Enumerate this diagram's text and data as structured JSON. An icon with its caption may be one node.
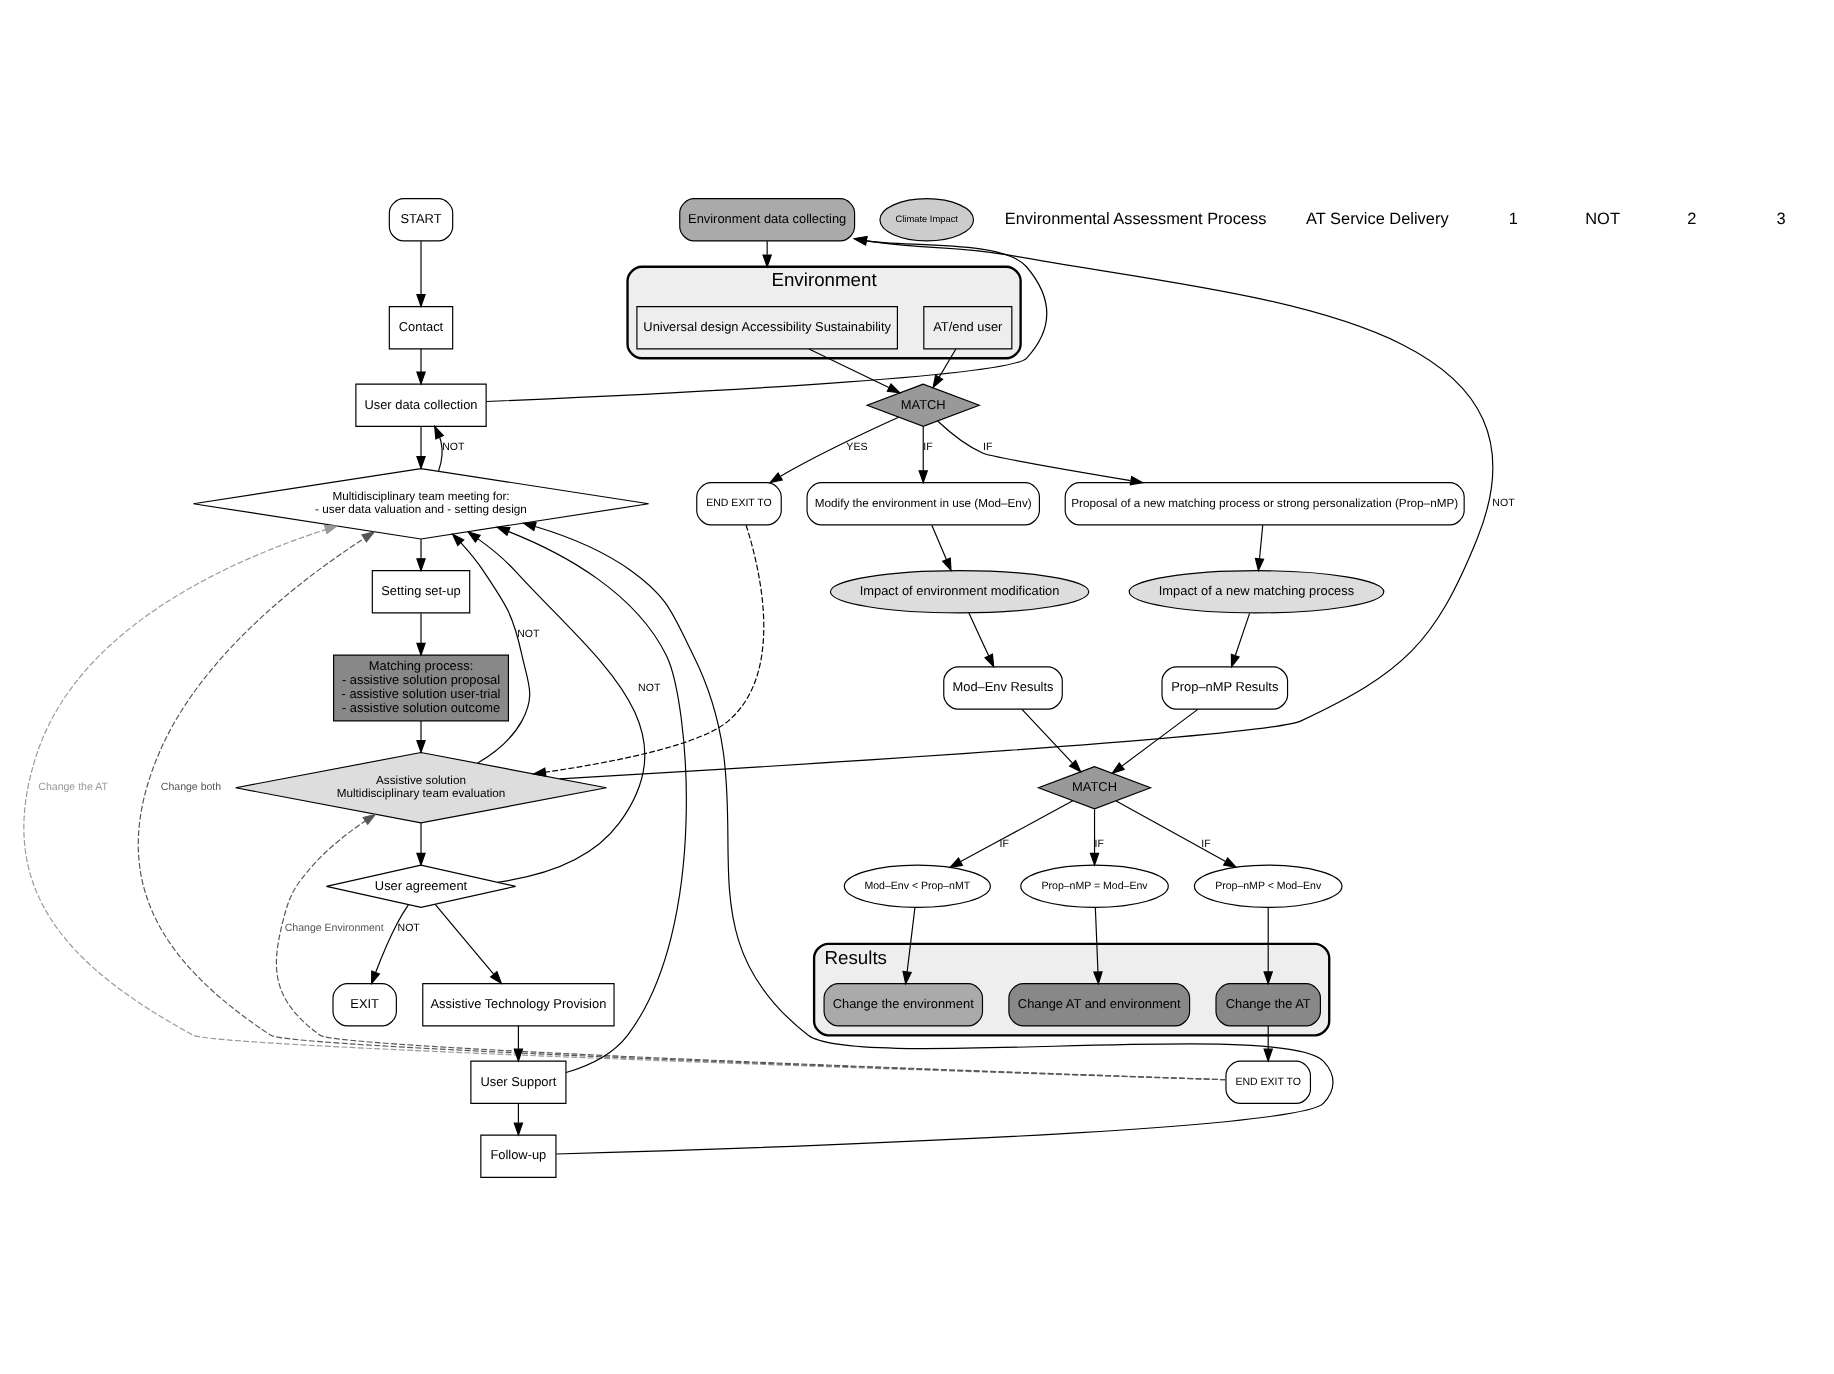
{
  "diagram": {
    "nodes": [
      {
        "text": [
          "Environment"
        ]
      },
      {
        "text": [
          "Universal design Accessibility Sustainability"
        ],
        "in": 0
      },
      {
        "text": [
          "AT/end user"
        ],
        "in": 0
      },
      {
        "text": [
          "MATCH"
        ]
      },
      {
        "text": [
          "END EXIT TO"
        ]
      },
      {
        "text": [
          "Environment data collecting"
        ]
      },
      {
        "text": [
          "Modify the environment in use (Mod–Env)"
        ]
      },
      {
        "text": [
          "Proposal of a new matching process or strong personalization (Prop–nMP)"
        ]
      },
      {
        "text": [
          "Impact of environment modification"
        ]
      },
      {
        "text": [
          "Climate Impact"
        ]
      },
      {
        "text": [
          "Impact of a new matching process"
        ]
      },
      {
        "text": [
          "Mod–Env Results"
        ]
      },
      {
        "text": [
          "Prop–nMP Results"
        ]
      },
      {
        "text": [
          "MATCH"
        ]
      },
      {
        "text": [
          "Mod–Env < Prop–nMT"
        ]
      },
      {
        "text": [
          "Prop–nMP = Mod–Env"
        ]
      },
      {
        "text": [
          "Prop–nMP < Mod–Env"
        ]
      },
      {
        "text": [
          "Results"
        ]
      },
      {
        "text": [
          "Change the environment"
        ],
        "in": 17
      },
      {
        "text": [
          "Change AT and environment"
        ],
        "in": 17
      },
      {
        "text": [
          "Change the AT"
        ],
        "in": 17
      },
      {
        "text": [
          "END EXIT TO"
        ]
      },
      {
        "text": [
          "START"
        ]
      },
      {
        "text": [
          "Contact"
        ]
      },
      {
        "text": [
          "User data collection"
        ]
      },
      {
        "text": [
          "Multidisciplinary team meeting for:",
          "- user data valuation and - setting design"
        ]
      },
      {
        "text": [
          "Setting set-up"
        ]
      },
      {
        "text": [
          "Matching process:",
          "- assistive solution proposal",
          "- assistive solution user-trial",
          "- assistive solution outcome"
        ]
      },
      {
        "text": [
          "Assistive solution",
          "Multidisciplinary team evaluation"
        ]
      },
      {
        "text": [
          "User agreement"
        ]
      },
      {
        "text": [
          "EXIT"
        ]
      },
      {
        "text": [
          "Assistive Technology Provision"
        ]
      },
      {
        "text": [
          "User Support"
        ]
      },
      {
        "text": [
          "Follow-up"
        ]
      }
    ],
    "edges": [
      {
        "from": 1,
        "to": 3,
        "arrow": "to"
      },
      {
        "from": 2,
        "to": 3,
        "arrow": "to"
      },
      {
        "from": 5,
        "to": 0,
        "arrow": "to"
      },
      {
        "from": 24,
        "to": 5,
        "arrow": "to"
      },
      {
        "from": 3,
        "to": 4,
        "arrow": "to",
        "label": "YES"
      },
      {
        "from": 3,
        "to": 6,
        "arrow": "to",
        "label": "IF"
      },
      {
        "from": 3,
        "to": 7,
        "arrow": "to",
        "label": "IF"
      },
      {
        "from": 6,
        "to": 8,
        "arrow": "to"
      },
      {
        "from": 7,
        "to": 10,
        "arrow": "to"
      },
      {
        "from": 8,
        "to": 11,
        "arrow": "to"
      },
      {
        "from": 10,
        "to": 12,
        "arrow": "to"
      },
      {
        "from": 11,
        "to": 13,
        "arrow": "to"
      },
      {
        "from": 12,
        "to": 13,
        "arrow": "to"
      },
      {
        "from": 13,
        "to": 14,
        "arrow": "to",
        "label": "IF"
      },
      {
        "from": 13,
        "to": 15,
        "arrow": "to",
        "label": "IF"
      },
      {
        "from": 13,
        "to": 16,
        "arrow": "to",
        "label": "IF"
      },
      {
        "from": 14,
        "to": 18,
        "arrow": "to"
      },
      {
        "from": 15,
        "to": 19,
        "arrow": "to"
      },
      {
        "from": 16,
        "to": 20,
        "arrow": "to"
      },
      {
        "from": 20,
        "to": 21,
        "arrow": "to"
      },
      {
        "from": 21,
        "to": 25,
        "arrow": "to",
        "label": "Change the AT",
        "style": "dashed",
        "color": "#999999"
      },
      {
        "from": 21,
        "to": 25,
        "arrow": "to",
        "label": "Change both",
        "style": "dashed",
        "color": "#555555"
      },
      {
        "from": 21,
        "to": 28,
        "arrow": "to",
        "label": "Change Environment",
        "style": "dashed",
        "color": "#555555"
      },
      {
        "from": 4,
        "to": 28,
        "arrow": "to",
        "style": "dashed"
      },
      {
        "from": 22,
        "to": 23,
        "arrow": "to"
      },
      {
        "from": 23,
        "to": 24,
        "arrow": "to"
      },
      {
        "from": 24,
        "to": 25,
        "arrow": "to"
      },
      {
        "from": 25,
        "to": 26,
        "arrow": "to"
      },
      {
        "from": 26,
        "to": 27,
        "arrow": "to"
      },
      {
        "from": 27,
        "to": 28,
        "arrow": "to"
      },
      {
        "from": 28,
        "to": 29,
        "arrow": "to"
      },
      {
        "from": 29,
        "to": 31,
        "arrow": "to"
      },
      {
        "from": 31,
        "to": 32,
        "arrow": "to"
      },
      {
        "from": 32,
        "to": 33,
        "arrow": "to"
      },
      {
        "from": 25,
        "to": 24,
        "arrow": "to",
        "label": "NOT"
      },
      {
        "from": 28,
        "to": 25,
        "arrow": "to",
        "label": "NOT"
      },
      {
        "from": 29,
        "to": 25,
        "arrow": "to",
        "label": "NOT"
      },
      {
        "from": 29,
        "to": 30,
        "arrow": "to",
        "label": "NOT"
      },
      {
        "from": 32,
        "to": 25,
        "arrow": "to"
      },
      {
        "from": 33,
        "to": 25,
        "arrow": "to"
      },
      {
        "from": 28,
        "to": 5,
        "arrow": "to",
        "label": "NOT"
      }
    ],
    "labels": [
      "Environmental Assessment Process",
      "AT Service Delivery",
      "1",
      "NOT",
      "2",
      "3"
    ]
  }
}
